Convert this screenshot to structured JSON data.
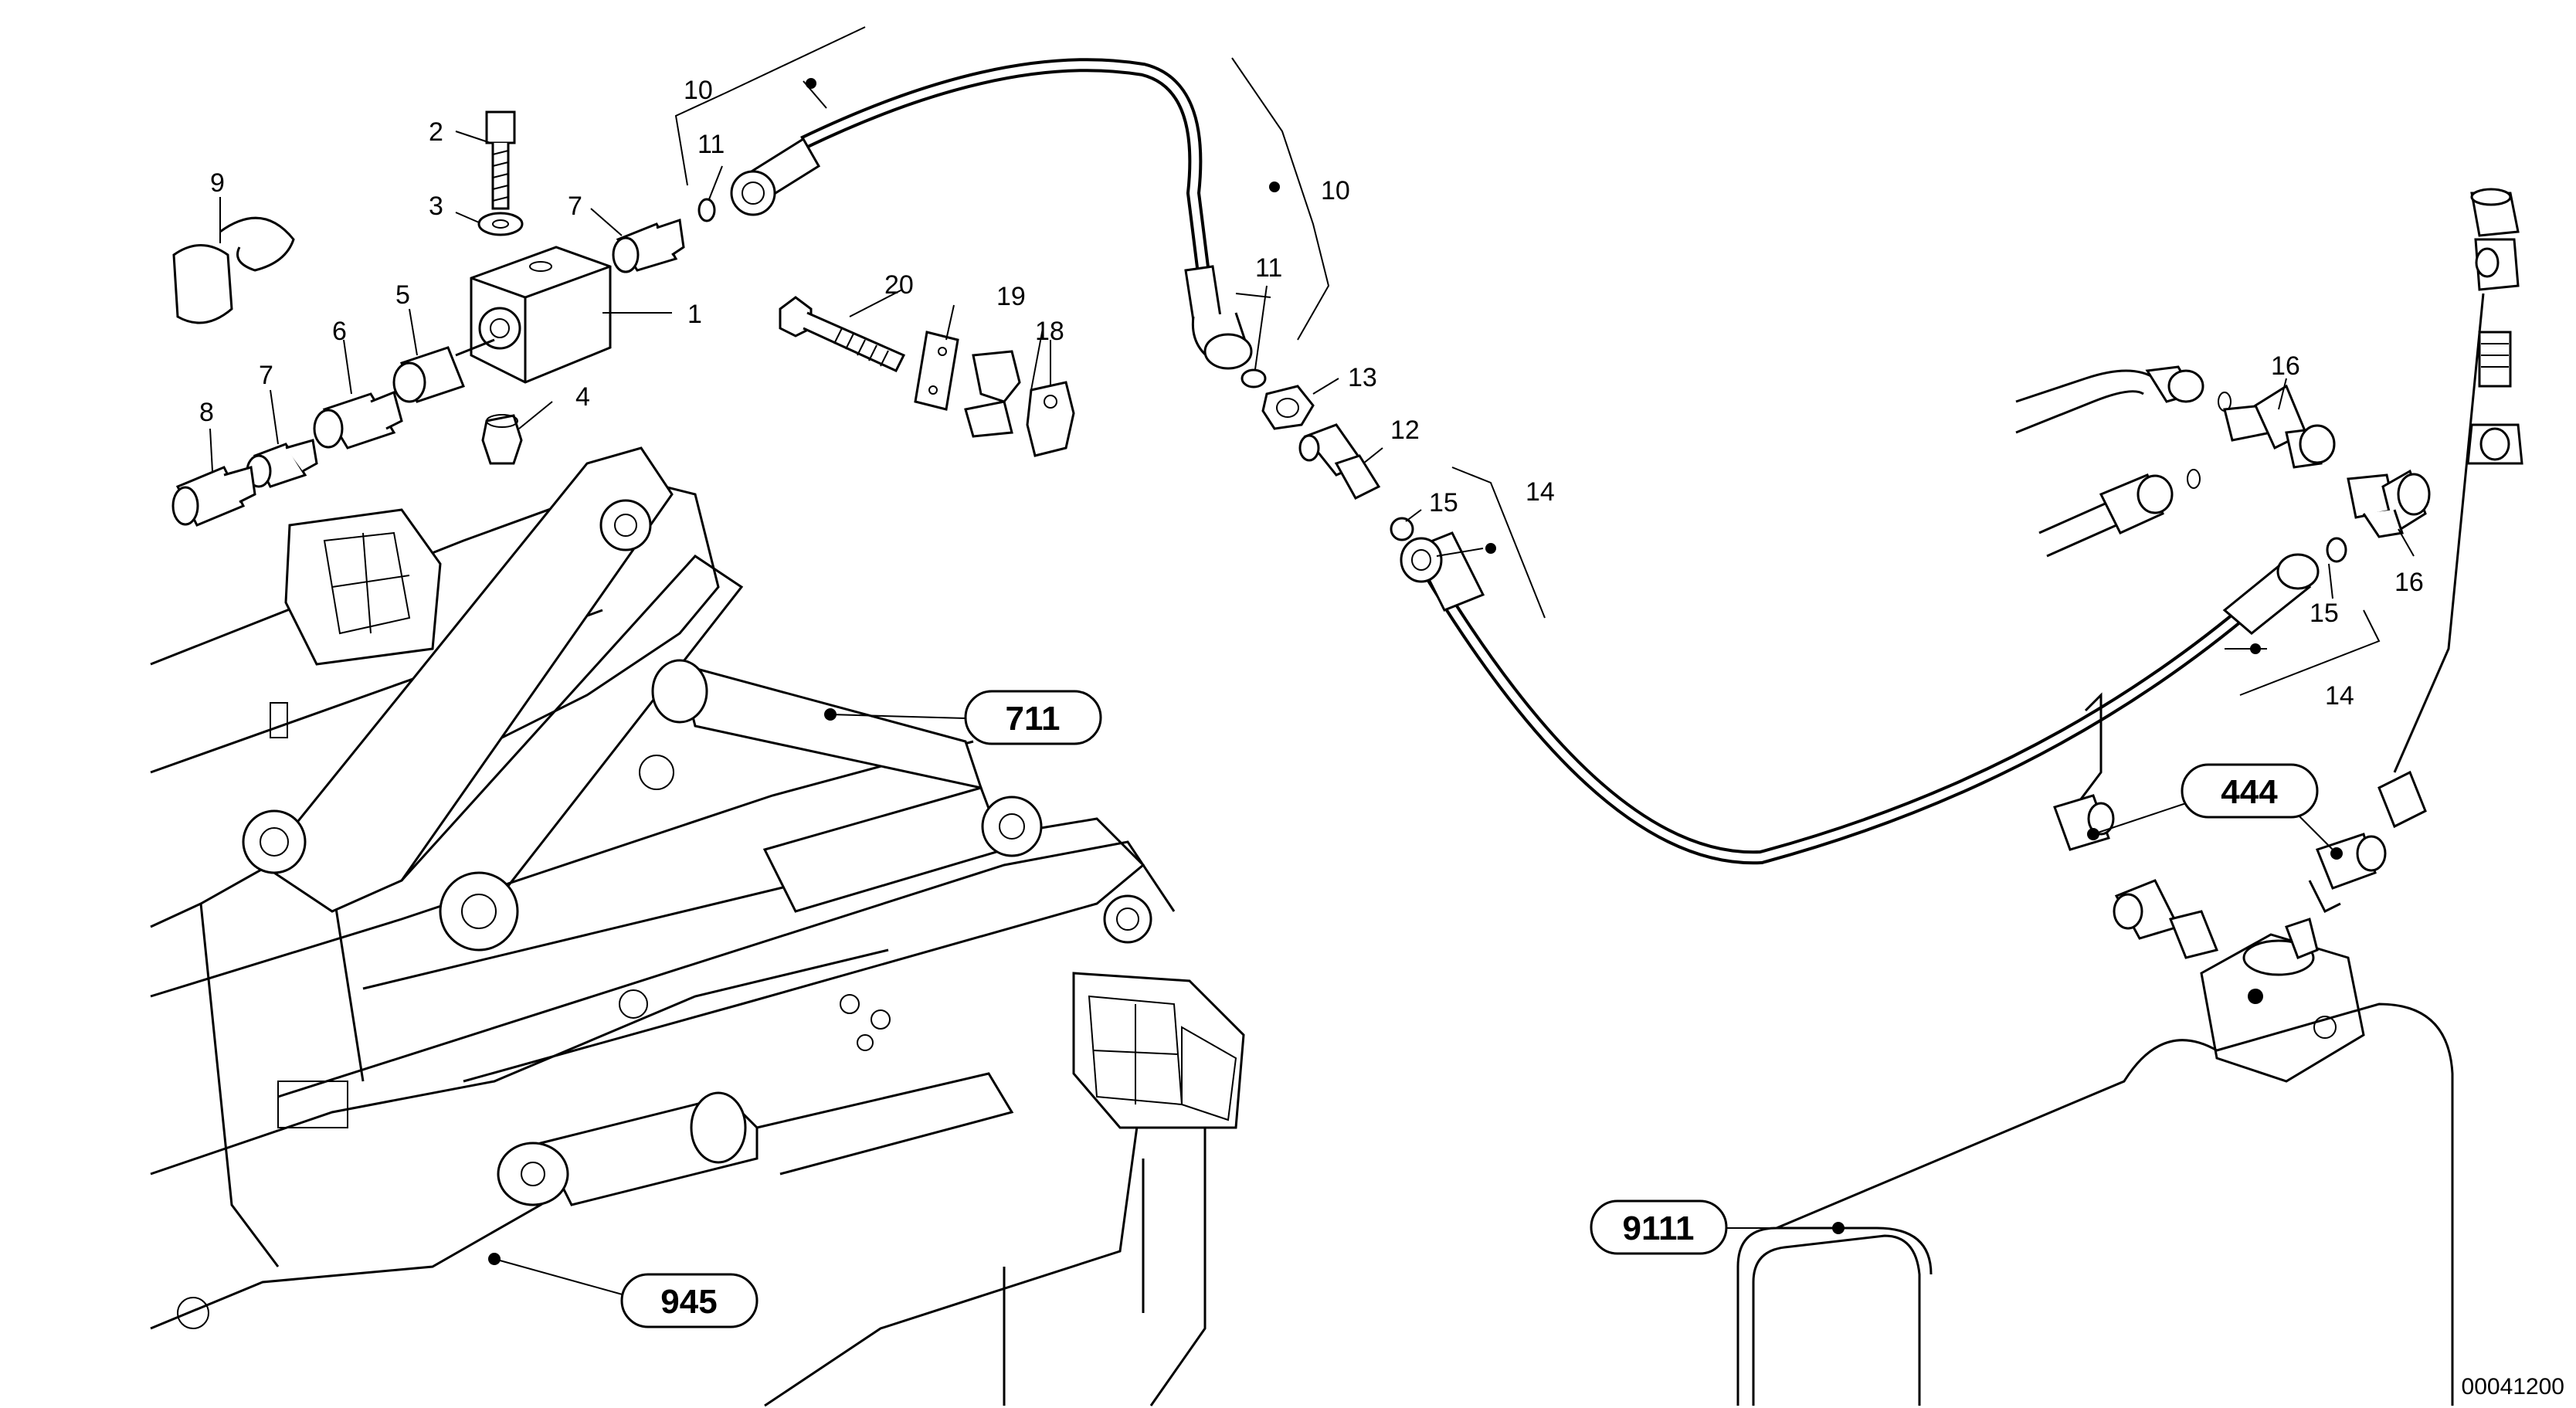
{
  "drawing_number": "00041200",
  "part_callouts": [
    {
      "id": "c1",
      "label": "1"
    },
    {
      "id": "c2",
      "label": "2"
    },
    {
      "id": "c3",
      "label": "3"
    },
    {
      "id": "c4",
      "label": "4"
    },
    {
      "id": "c5",
      "label": "5"
    },
    {
      "id": "c6",
      "label": "6"
    },
    {
      "id": "c7a",
      "label": "7"
    },
    {
      "id": "c7b",
      "label": "7"
    },
    {
      "id": "c8",
      "label": "8"
    },
    {
      "id": "c9",
      "label": "9"
    },
    {
      "id": "c10a",
      "label": "10"
    },
    {
      "id": "c10b",
      "label": "10"
    },
    {
      "id": "c11a",
      "label": "11"
    },
    {
      "id": "c11b",
      "label": "11"
    },
    {
      "id": "c12",
      "label": "12"
    },
    {
      "id": "c13",
      "label": "13"
    },
    {
      "id": "c14a",
      "label": "14"
    },
    {
      "id": "c14b",
      "label": "14"
    },
    {
      "id": "c15a",
      "label": "15"
    },
    {
      "id": "c15b",
      "label": "15"
    },
    {
      "id": "c16a",
      "label": "16"
    },
    {
      "id": "c16b",
      "label": "16"
    },
    {
      "id": "c18",
      "label": "18"
    },
    {
      "id": "c19",
      "label": "19"
    },
    {
      "id": "c20",
      "label": "20"
    }
  ],
  "group_references": [
    {
      "id": "ref711",
      "label": "711"
    },
    {
      "id": "ref945",
      "label": "945"
    },
    {
      "id": "ref444",
      "label": "444"
    },
    {
      "id": "ref9111",
      "label": "9111"
    }
  ]
}
